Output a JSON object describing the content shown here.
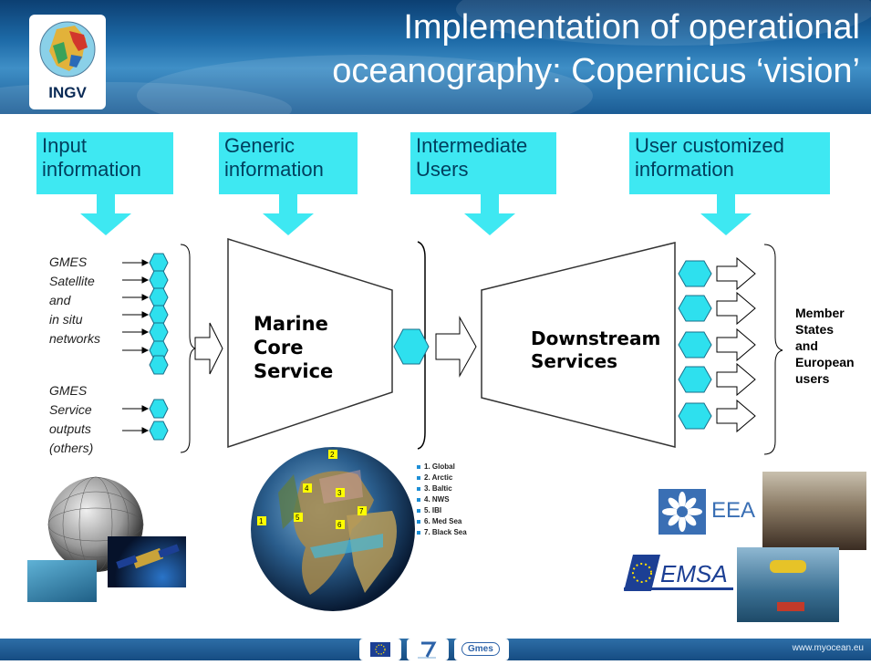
{
  "header": {
    "title_line1": "Implementation of operational",
    "title_line2": "oceanography: Copernicus ‘vision’",
    "logo_text": "INGV"
  },
  "stages": [
    {
      "line1": "Input",
      "line2": "information"
    },
    {
      "line1": "Generic",
      "line2": "information"
    },
    {
      "line1": "Intermediate",
      "line2": "Users"
    },
    {
      "line1": "User customized",
      "line2": "information"
    }
  ],
  "inputs": {
    "satellite": [
      "GMES",
      "Satellite",
      "and",
      "in situ",
      "networks"
    ],
    "service": [
      "GMES",
      "Service",
      "outputs",
      "(others)"
    ]
  },
  "core": {
    "line1": "Marine",
    "line2": "Core",
    "line3": "Service"
  },
  "downstream": {
    "line1": "Downstream",
    "line2": "Services"
  },
  "users": [
    "Member",
    "States",
    "and",
    "European",
    "users"
  ],
  "regions": [
    "1. Global",
    "2. Arctic",
    "3. Baltic",
    "4. NWS",
    "5. IBI",
    "6. Med Sea",
    "7. Black Sea"
  ],
  "globe_labels": [
    "1",
    "2",
    "3",
    "4",
    "5",
    "6",
    "7"
  ],
  "logos": {
    "eea": "EEA",
    "emsa": "EMSA",
    "gmes": "Gmes"
  },
  "footer": {
    "url": "www.myocean.eu"
  },
  "colors": {
    "accent": "#3EE8F2",
    "header": "#1D6AA7",
    "hexagon": "#2EE0EE"
  }
}
